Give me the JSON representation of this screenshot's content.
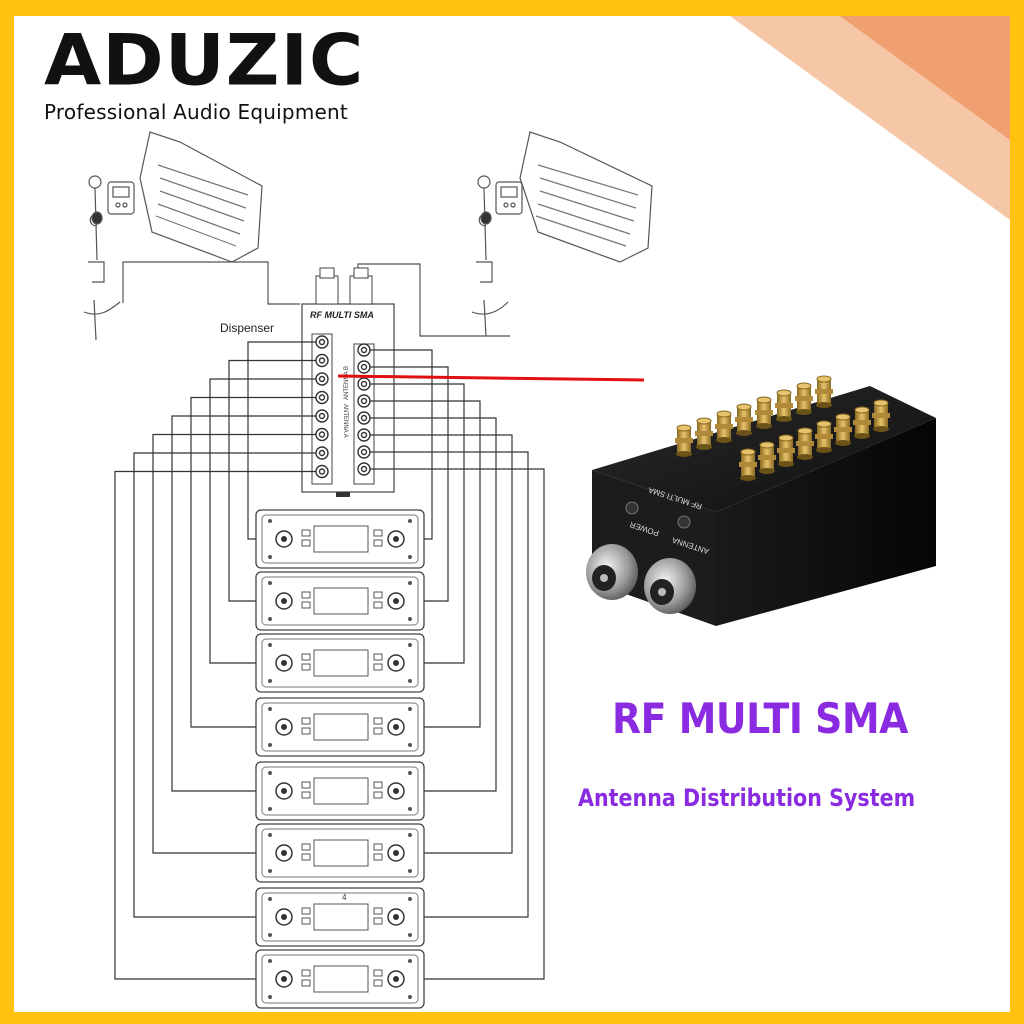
{
  "brand": {
    "name": "ADUZIC",
    "tagline": "Professional Audio Equipment"
  },
  "diagram": {
    "dispenser_label": "Dispenser",
    "unit_label": "RF MULTI SMA",
    "antenna_a_label": "ANTENNA A",
    "antenna_b_label": "ANTENNA B",
    "receiver_number": "4"
  },
  "device": {
    "top_label": "RF MULTI SMA",
    "power_label": "POWER",
    "antenna_label": "ANTENNA"
  },
  "product": {
    "title": "RF MULTI SMA",
    "subtitle": "Antenna Distribution System"
  },
  "colors": {
    "frame": "#ffc20e",
    "wedge": "#f0a070",
    "title": "#8a2be2",
    "pointer": "#e01010",
    "device_body": "#141414",
    "connector_gold": "#d4a84a"
  }
}
